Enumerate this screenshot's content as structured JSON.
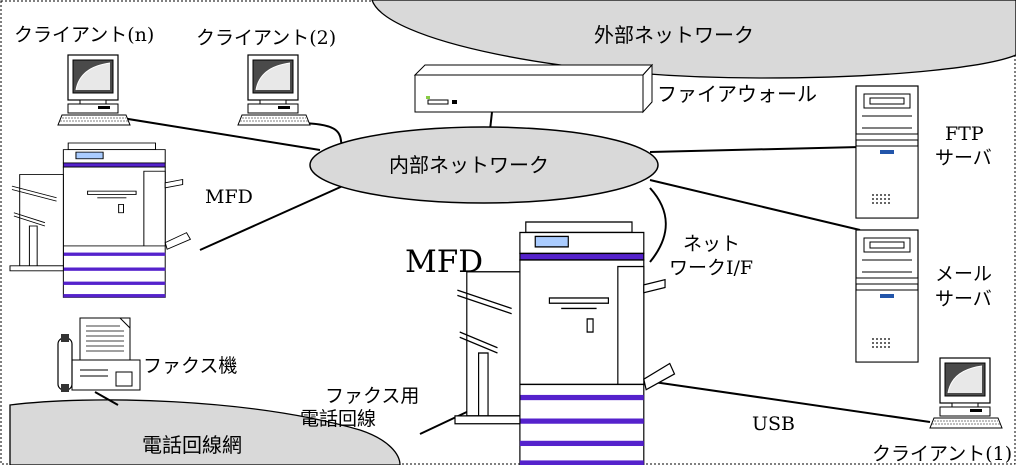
{
  "labels": {
    "client_n": "クライアント(n)",
    "client_2": "クライアント(2)",
    "client_1": "クライアント(1)",
    "external_network": "外部ネットワーク",
    "firewall": "ファイアウォール",
    "internal_network": "内部ネットワーク",
    "mfd_small": "MFD",
    "mfd_large": "MFD",
    "network_if_line1": "ネット",
    "network_if_line2": "ワークI/F",
    "ftp_server_line1": "FTP",
    "ftp_server_line2": "サーバ",
    "mail_server_line1": "メール",
    "mail_server_line2": "サーバ",
    "fax_machine": "ファクス機",
    "fax_line_line1": "ファクス用",
    "fax_line_line2": "電話回線",
    "usb": "USB",
    "telephone_network": "電話回線網"
  },
  "colors": {
    "cloud_fill": "#d9d9d9",
    "mfd_stripe": "#5522cc",
    "mfd_panel": "#aaccff",
    "server_accent": "#2255aa",
    "line": "#000000"
  },
  "icons": [
    "client-pc-icon",
    "firewall-icon",
    "mfd-icon",
    "server-icon",
    "fax-machine-icon"
  ]
}
